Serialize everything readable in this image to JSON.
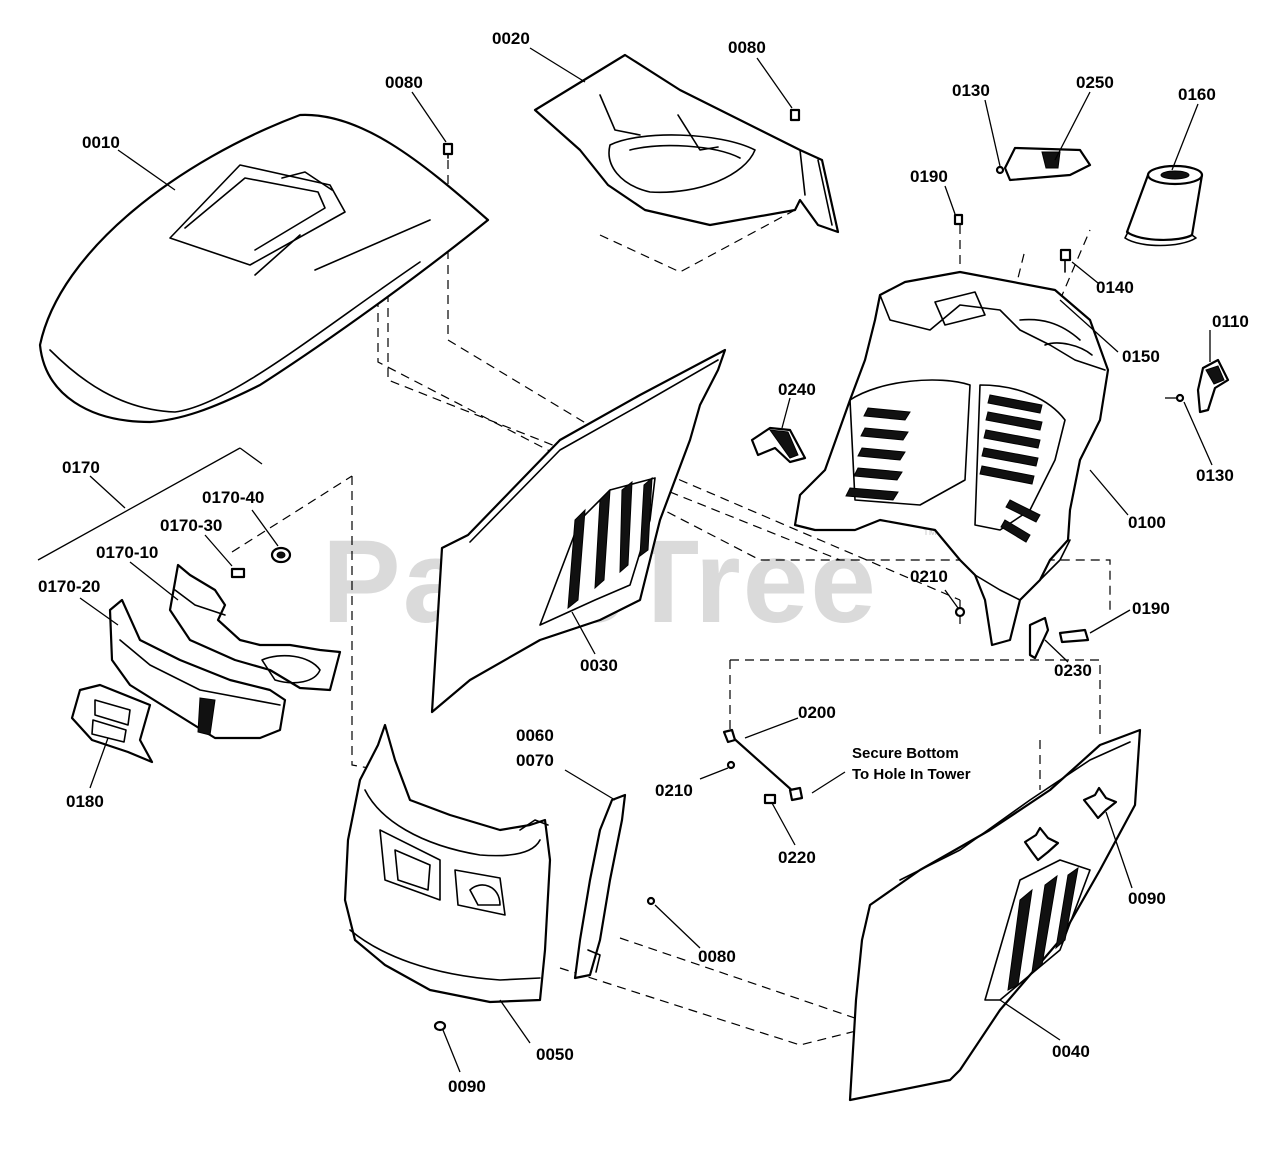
{
  "watermark": {
    "text": "PartsTree",
    "trademark": "™"
  },
  "note": {
    "line1": "Secure Bottom",
    "line2": "To Hole In Tower"
  },
  "labels": {
    "p0010": "0010",
    "p0020": "0020",
    "p0080_a": "0080",
    "p0080_b": "0080",
    "p0080_c": "0080",
    "p0130_a": "0130",
    "p0130_b": "0130",
    "p0250": "0250",
    "p0160": "0160",
    "p0190_a": "0190",
    "p0190_b": "0190",
    "p0140": "0140",
    "p0150": "0150",
    "p0110": "0110",
    "p0100": "0100",
    "p0240": "0240",
    "p0170": "0170",
    "p0170_40": "0170-40",
    "p0170_30": "0170-30",
    "p0170_10": "0170-10",
    "p0170_20": "0170-20",
    "p0180": "0180",
    "p0030": "0030",
    "p0210_a": "0210",
    "p0210_b": "0210",
    "p0230": "0230",
    "p0200": "0200",
    "p0220": "0220",
    "p0060": "0060",
    "p0070": "0070",
    "p0090_a": "0090",
    "p0090_b": "0090",
    "p0050": "0050",
    "p0040": "0040"
  }
}
